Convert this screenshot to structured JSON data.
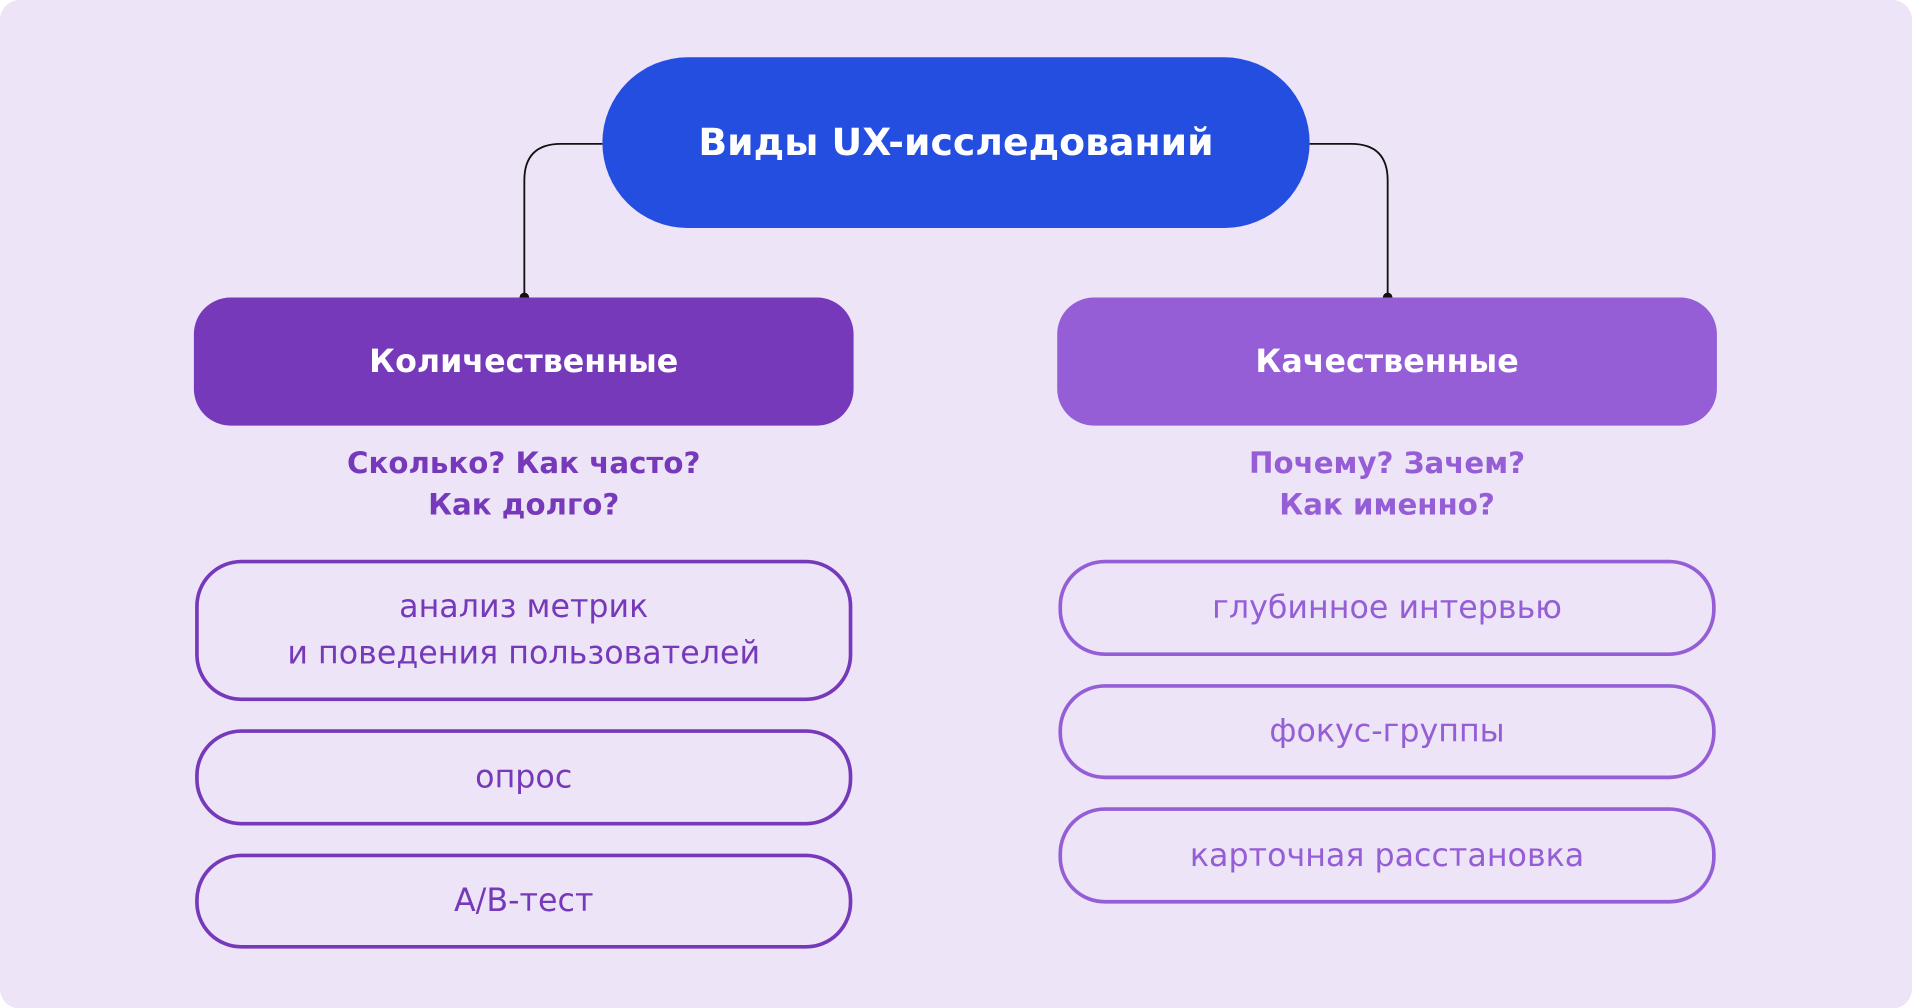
{
  "title": "Виды UX-исследований",
  "colors": {
    "background": "#ede4f7",
    "root": "#234ee0",
    "quantitative": "#7539b9",
    "qualitative": "#955ed6"
  },
  "quantitative": {
    "label": "Количественные",
    "questions": [
      "Сколько? Как часто?",
      "Как долго?"
    ],
    "items": [
      {
        "lines": [
          "анализ метрик",
          "и поведения пользователей"
        ]
      },
      {
        "lines": [
          "опрос"
        ]
      },
      {
        "lines": [
          "A/B-тест"
        ]
      }
    ]
  },
  "qualitative": {
    "label": "Качественные",
    "questions": [
      "Почему? Зачем?",
      "Как именно?"
    ],
    "items": [
      {
        "lines": [
          "глубинное интервью"
        ]
      },
      {
        "lines": [
          "фокус-группы"
        ]
      },
      {
        "lines": [
          "карточная расстановка"
        ]
      }
    ]
  }
}
